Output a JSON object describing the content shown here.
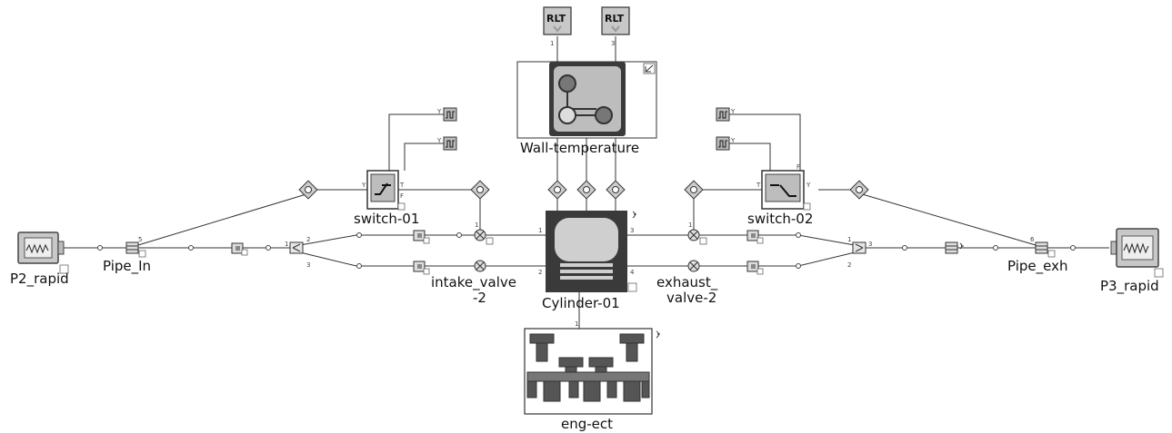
{
  "labels": {
    "p2_rapid": "P2_rapid",
    "pipe_in": "Pipe_In",
    "switch_01": "switch-01",
    "wall_temperature": "Wall-temperature",
    "intake_valve_1": "intake_valve",
    "intake_valve_2": "-2",
    "cylinder": "Cylinder-01",
    "exhaust_valve_1": "exhaust_",
    "exhaust_valve_2": "valve-2",
    "switch_02": "switch-02",
    "pipe_exh": "Pipe_exh",
    "p3_rapid": "P3_rapid",
    "eng_ect": "eng-ect"
  },
  "rlt_blocks": [
    "RLT",
    "RLT"
  ],
  "signal_letters": {
    "y": "Y",
    "t": "T",
    "f": "F"
  },
  "port_numbers": {
    "p1": "1",
    "p2": "2",
    "p3": "3",
    "p4": "4",
    "p5": "5",
    "p6": "6"
  },
  "colors": {
    "wire": "#333333",
    "block_fill": "#c8c8c8",
    "block_dark": "#3a3a3a",
    "background": "#ffffff"
  },
  "icons": {
    "source": "waveform-source-icon",
    "pipe": "pipe-icon",
    "switch": "switch-icon",
    "valve": "valve-icon",
    "sensor": "sensor-icon",
    "flowsplit": "flowsplit-icon",
    "cylinder": "cylinder-icon",
    "engine": "engine-crank-icon",
    "rlt": "rlt-link-icon",
    "signal": "signal-generator-icon"
  }
}
